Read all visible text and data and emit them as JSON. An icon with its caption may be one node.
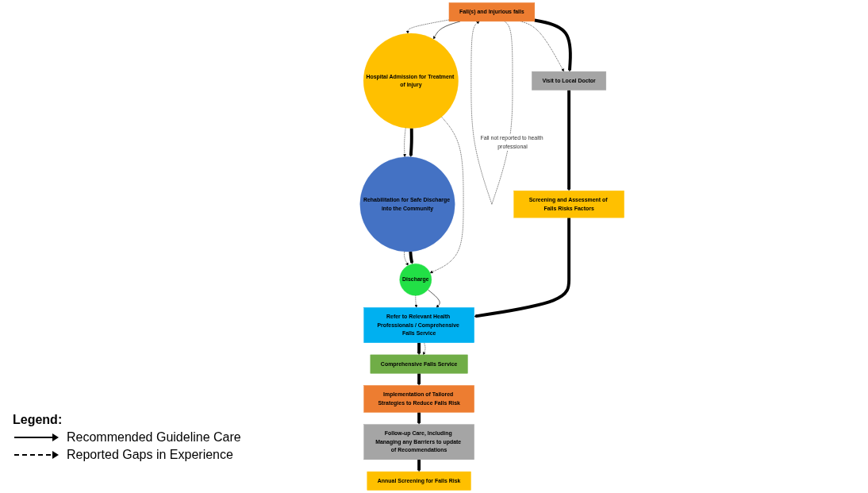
{
  "diagram": {
    "nodes": [
      {
        "text": [
          "Fall(s) and Injurious falls"
        ]
      },
      {
        "text": [
          "Visit to Local Doctor"
        ]
      },
      {
        "text": [
          "Screening and Assessment of Falls Risks Factors"
        ]
      },
      {
        "text": [
          "Refer to Relevant Health Professionals / Comprehensive Falls Service"
        ]
      },
      {
        "text": [
          "Comprehensive Falls Service"
        ]
      },
      {
        "text": [
          "Implementation of Tailored Strategies to Reduce Falls Risk"
        ]
      },
      {
        "text": [
          "Follow-up Care, Including Managing any Barriers to update of Recommendations"
        ]
      },
      {
        "text": [
          "Annual Screening for Falls Risk"
        ]
      },
      {
        "text": [
          "Hospital Admission for Treatment of Injury"
        ]
      },
      {
        "text": [
          "Rehabilitation for Safe Discharge into the Community"
        ]
      },
      {
        "text": [
          "Discharge"
        ]
      }
    ],
    "edges": [
      {
        "from": 0,
        "to": 1,
        "arrow": "to",
        "style": "thick"
      },
      {
        "from": 0,
        "to": 1,
        "arrow": "to",
        "style": "dashed"
      },
      {
        "from": 0,
        "to": 0,
        "arrow": "to",
        "style": "dashed",
        "label": "Fall not reported to health professional"
      },
      {
        "from": 1,
        "to": 2,
        "arrow": "to",
        "style": "thick"
      },
      {
        "from": 2,
        "to": 3,
        "arrow": "to",
        "style": "thick"
      },
      {
        "from": 3,
        "to": 4,
        "arrow": "to",
        "style": "dashed"
      },
      {
        "from": 3,
        "to": 4,
        "arrow": "to",
        "style": "thick"
      },
      {
        "from": 4,
        "to": 5,
        "arrow": "to",
        "style": "thick"
      },
      {
        "from": 5,
        "to": 6,
        "arrow": "to",
        "style": "thick"
      },
      {
        "from": 6,
        "to": 7,
        "arrow": "to",
        "style": "thick"
      },
      {
        "from": 0,
        "to": 8,
        "arrow": "to"
      },
      {
        "from": 0,
        "to": 8,
        "arrow": "to",
        "style": "dashed"
      },
      {
        "from": 8,
        "to": 9,
        "arrow": "to",
        "style": "thick"
      },
      {
        "from": 8,
        "to": 9,
        "arrow": "to",
        "style": "dashed"
      },
      {
        "from": 8,
        "to": 10,
        "arrow": "to",
        "style": "dashed"
      },
      {
        "from": 9,
        "to": 10,
        "arrow": "to",
        "style": "thick"
      },
      {
        "from": 9,
        "to": 10,
        "arrow": "to",
        "style": "dashed"
      },
      {
        "from": 10,
        "to": 3,
        "arrow": "to"
      },
      {
        "from": 10,
        "to": 3,
        "arrow": "to",
        "style": "dashed"
      }
    ],
    "labels": [
      "Legend:"
    ],
    "legend": [
      {
        "text": "Recommended Guideline Care"
      },
      {
        "text": "Reported Gaps in Experience"
      }
    ]
  }
}
